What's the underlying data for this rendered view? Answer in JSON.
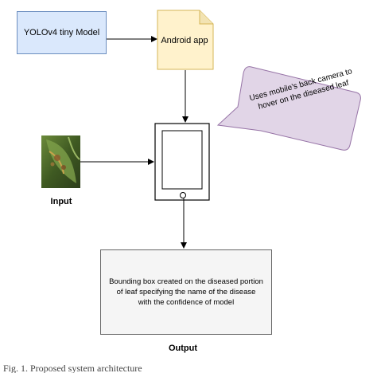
{
  "nodes": {
    "model": "YOLOv4 tiny Model",
    "app": "Android app",
    "input": "Input",
    "output_caption": "Output",
    "output_text": "Bounding box created on the diseased portion of leaf specifying the name of the disease with the confidence of model",
    "callout": "Uses mobile's back camera to hover on the diseased leaf"
  },
  "caption_fragment": "Fig. 1.  Proposed system architecture",
  "colors": {
    "model_fill": "#dae8fc",
    "model_stroke": "#6c8ebf",
    "app_fill": "#fff2cc",
    "app_stroke": "#d6b656",
    "callout_fill": "#e1d5e7",
    "callout_stroke": "#9673a6",
    "output_fill": "#f5f5f5"
  }
}
